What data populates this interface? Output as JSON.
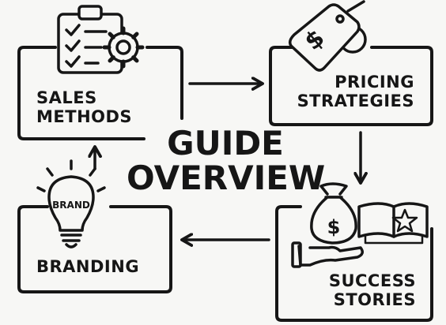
{
  "title": {
    "line1": "GUIDE",
    "line2": "OVERVIEW"
  },
  "nodes": {
    "sales": {
      "line1": "SALES",
      "line2": "METHODS",
      "icon": "clipboard-gear-icon"
    },
    "pricing": {
      "line1": "PRICING",
      "line2": "STRATEGIES",
      "icon": "price-tag-icon"
    },
    "success": {
      "line1": "SUCCESS",
      "line2": "STORIES",
      "icon": "money-bag-hand-book-icon"
    },
    "branding": {
      "line1": "BRANDING",
      "icon": "lightbulb-icon",
      "badge": "BRAND"
    }
  },
  "colors": {
    "ink": "#161616",
    "background": "#f7f7f5"
  }
}
